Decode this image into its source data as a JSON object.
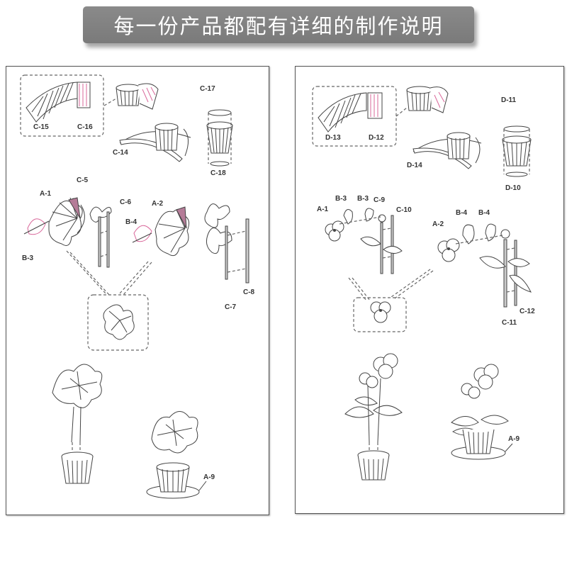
{
  "banner": {
    "title": "每一份产品都配有详细的制作说明"
  },
  "colors": {
    "banner_bg": "#7f7f7f",
    "accent_pink": "#d9679a",
    "line": "#444444"
  },
  "left_panel": {
    "labels": {
      "c15": "C-15",
      "c16": "C-16",
      "c17": "C-17",
      "c14": "C-14",
      "c18": "C-18",
      "a1": "A-1",
      "c5": "C-5",
      "c6": "C-6",
      "a2": "A-2",
      "b3": "B-3",
      "b4": "B-4",
      "c8": "C-8",
      "c7": "C-7",
      "a9": "A-9"
    }
  },
  "right_panel": {
    "labels": {
      "d13": "D-13",
      "d12": "D-12",
      "d11": "D-11",
      "d14": "D-14",
      "d10": "D-10",
      "a1": "A-1",
      "b3a": "B-3",
      "b3b": "B-3",
      "c9": "C-9",
      "c10": "C-10",
      "a2": "A-2",
      "b4a": "B-4",
      "b4b": "B-4",
      "c12": "C-12",
      "c11": "C-11",
      "a9": "A-9"
    }
  }
}
